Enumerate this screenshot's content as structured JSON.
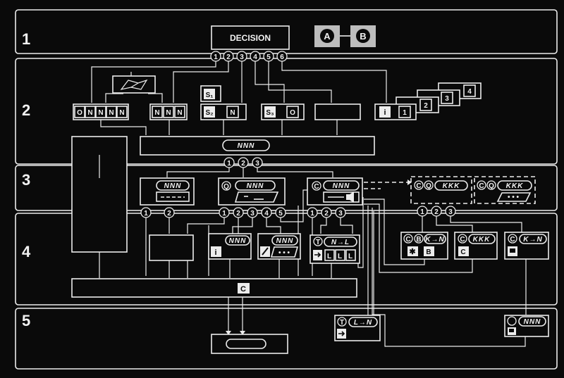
{
  "rows": [
    "1",
    "2",
    "3",
    "4",
    "5"
  ],
  "decision": {
    "label": "DECISION",
    "a_symbol": "A",
    "b_symbol": "B",
    "outputs": [
      "1",
      "2",
      "3",
      "4",
      "5",
      "6"
    ]
  },
  "level2": {
    "store_1_cells": [
      "O",
      "N",
      "N",
      "N",
      "N"
    ],
    "store_2_cells": [
      "N",
      "N",
      "N"
    ],
    "s1": "S₁",
    "s2": "S₂",
    "s3": "S₃",
    "s2_cell": "N",
    "s3_cell": "O",
    "info_icon": "i",
    "stack_numbers": [
      "1",
      "2",
      "3",
      "4"
    ],
    "bus_oval": "NNN",
    "bus_outputs": [
      "1",
      "2",
      "3"
    ]
  },
  "level3": {
    "box_a_oval": "NNN",
    "box_a_outputs": [
      "1",
      "2"
    ],
    "box_b_q": "Q",
    "box_b_oval": "NNN",
    "box_b_outputs": [
      "1",
      "2",
      "3",
      "4",
      "5"
    ],
    "box_c_c": "C",
    "box_c_oval": "NNN",
    "box_c_outputs": [
      "1",
      "2",
      "3"
    ],
    "dash_1_c": "C",
    "dash_1_q": "Q",
    "dash_1_oval": "KKK",
    "dash_2_c": "C",
    "dash_2_q": "Q",
    "dash_2_oval": "KKK",
    "dash_outputs": [
      "1",
      "2",
      "3"
    ]
  },
  "level4": {
    "info_oval": "NNN",
    "info_icon": "i",
    "edit_oval": "NNN",
    "tnl_t": "T",
    "tnl_oval": "N→L",
    "tnl_cells": [
      "L",
      "L",
      "L"
    ],
    "cb_c": "C",
    "cb_b": "B",
    "cb_oval": "K→N",
    "cb_cell": "B",
    "ck_c": "C",
    "ck_oval": "KKK",
    "ck_cell": "C",
    "ckn_c": "C",
    "ckn_oval": "K→N",
    "collector_c": "C"
  },
  "level5": {
    "tln_t": "T",
    "tln_oval": "L→N",
    "right_oval": "NNN"
  }
}
